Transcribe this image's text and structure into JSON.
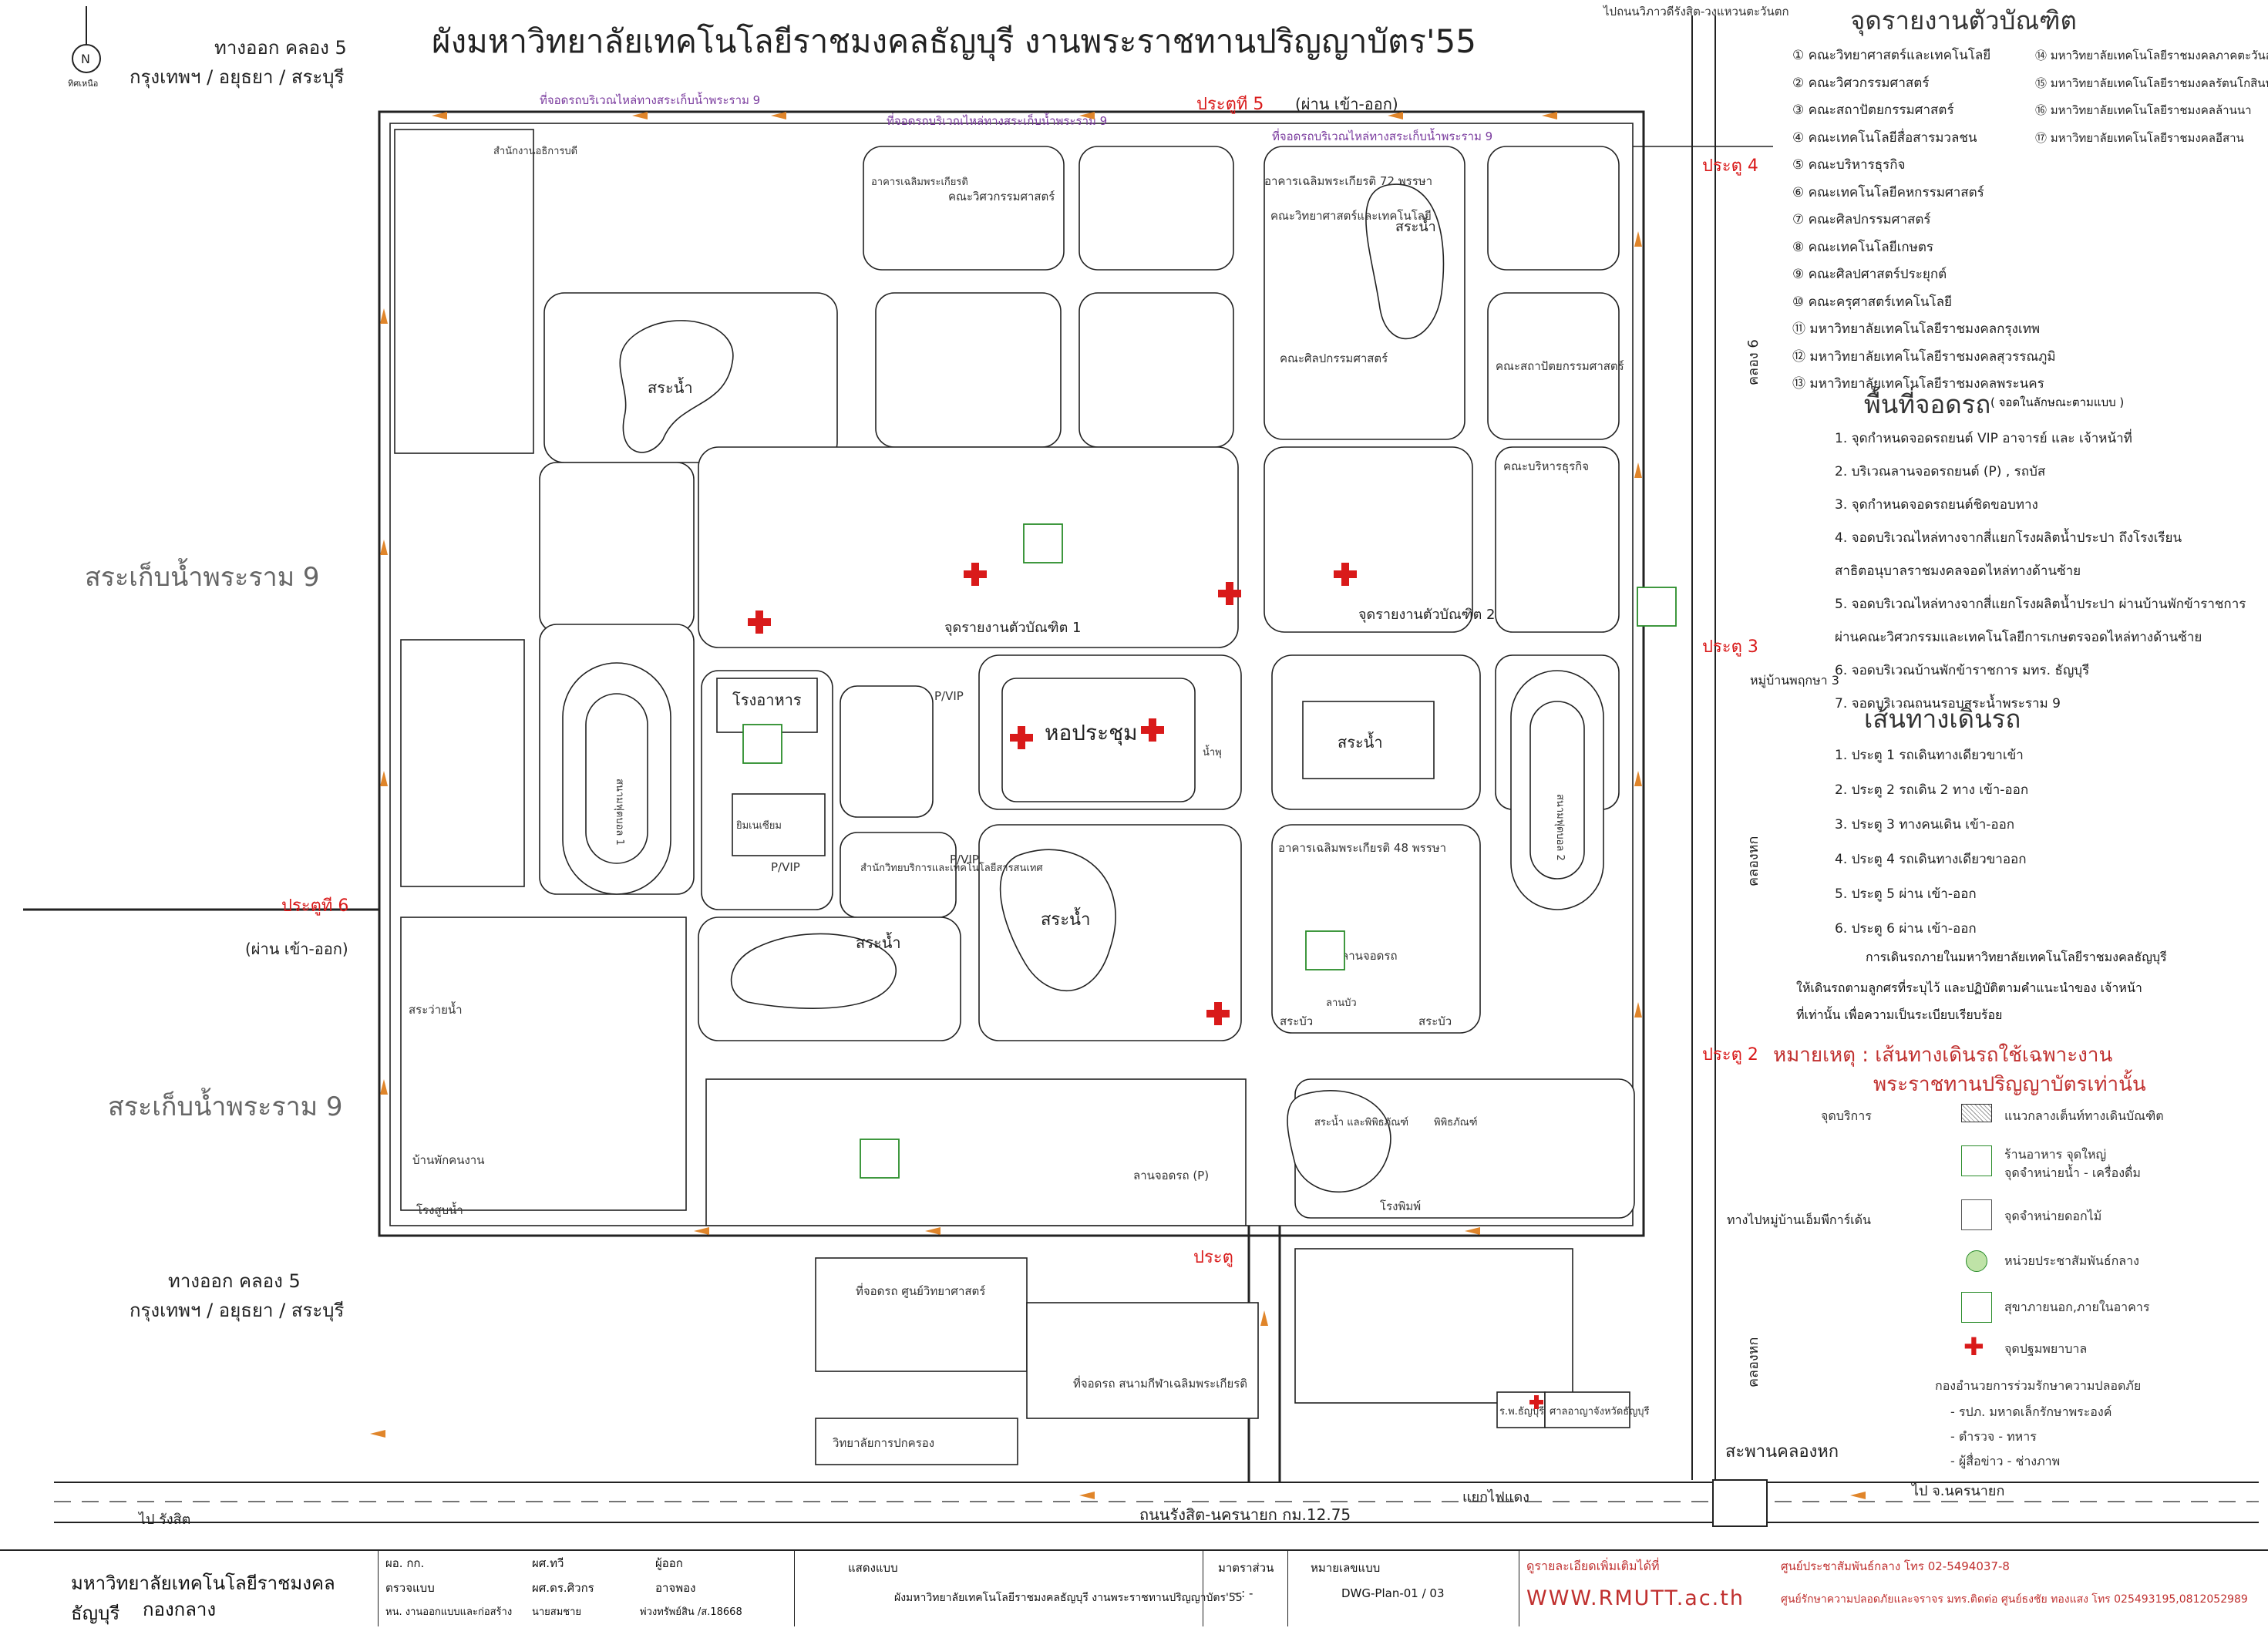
{
  "title": "ผังมหาวิทยาลัยเทคโนโลยีราชมงคลธัญบุรี งานพระราชทานปริญญาบัตร'55",
  "north": {
    "label": "ทิศเหนือ",
    "letter": "N"
  },
  "top_right_road": "ไปถนนวิภาวดีรังสิต-วงแหวนตะวันตก",
  "exits": {
    "top_left_1": "ทางออก คลอง 5",
    "top_left_2": "กรุงเทพฯ / อยุธยา / สระบุรี",
    "bottom_left_1": "ทางออก คลอง 5",
    "bottom_left_2": "กรุงเทพฯ / อยุธยา / สระบุรี"
  },
  "gates": {
    "g5": "ประตูที 5",
    "g5_note": "(ผ่าน เข้า-ออก)",
    "g4": "ประตู 4",
    "g3": "ประตู 3",
    "g2": "ประตู 2",
    "g6": "ประตูที 6",
    "g6_note": "(ผ่าน เข้า-ออก)",
    "g1": "ประตู"
  },
  "reservoirs": {
    "left_top": "สระเก็บน้ำพระราม 9",
    "left_bottom": "สระเก็บน้ำพระราม 9"
  },
  "roads": {
    "bottom_main": "ถนนรังสิต-นครนายก กม.12.75",
    "to_rangsit": "ไป รังสิต",
    "to_nakhonnayok": "ไป จ.นครนายก",
    "traffic_light": "แยกไฟแดง",
    "bridge": "สะพานคลองหก",
    "canal6": "คลอง 6",
    "canal_hok_1": "คลองหก",
    "canal_hok_2": "คลองหก",
    "moo_baan": "หมู่บ้านพฤกษา 3",
    "to_moobaan": "ทางไปหมู่บ้านเอ็มพีการ์เด้น",
    "perimeter_top_1": "ที่จอดรถบริเวณไหล่ทางสระเก็บน้ำพระราม 9",
    "perimeter_top_2": "ที่จอดรถบริเวณไหล่ทางสระเก็บน้ำพระราม 9",
    "perimeter_top_3": "ที่จอดรถบริเวณไหล่ทางสระเก็บน้ำพระราม 9"
  },
  "places": {
    "hall": "หอประชุม",
    "pond1": "สระน้ำ",
    "pond2": "สระน้ำ",
    "pond3": "สระน้ำ",
    "pond4": "สระน้ำ",
    "pond5": "สระน้ำ",
    "pond6": "สระน้ำ",
    "canteen": "โรงอาหาร",
    "stadium1": "สนามฟุตบอล 1",
    "stadium2": "สนามฟุตบอล 2",
    "gym": "ยิมเนเซียม",
    "reporting1": "จุดรายงานตัวบัณฑิต 1",
    "reporting2": "จุดรายงานตัวบัณฑิต 2",
    "parking_sci": "ที่จอดรถ ศูนย์วิทยาศาสตร์",
    "parking_park": "ที่จอดรถ สนามกีฬาเฉลิมพระเกียรติ",
    "college": "วิทยาลัยการปกครอง",
    "hospital": "ร.พ.ธัญบุรี",
    "courthouse": "ศาลอาญาจังหวัดธัญบุรี",
    "pvip1": "P/VIP",
    "pvip2": "P/VIP",
    "pvip3": "P/VIP",
    "parking_p": "ลานจอดรถ (P)",
    "parking_area": "ลานจอดรถ",
    "drainage": "โรงสูบน้ำ",
    "dorm": "บ้านพักคนงาน",
    "hexagon": "สระว่ายน้ำ",
    "arch_hall": "อาคารเฉลิมพระเกียรติ 48 พรรษา",
    "arch_72": "อาคารเฉลิมพระเกียรติ 72 พรรษา",
    "engineering": "คณะวิศวกรรมศาสตร์",
    "science": "คณะวิทยาศาสตร์และเทคโนโลยี",
    "fine_arts": "คณะศิลปกรรมศาสตร์",
    "architecture": "คณะสถาปัตยกรรมศาสตร์",
    "business": "คณะบริหารธุรกิจ",
    "hall_label": "อาคารเฉลิมพระเกียรติ",
    "outdoor": "ลานบัว",
    "pool1": "สระบัว",
    "pool2": "สระบัว",
    "lotus": "สระน้ำ และพิพิธภัณฑ์",
    "library": "สำนักวิทยบริการและเทคโนโลยีสารสนเทศ",
    "press": "โรงพิมพ์",
    "office": "สำนักงานอธิการบดี",
    "museum": "พิพิธภัณฑ์",
    "fountain": "น้ำพุ"
  },
  "legend": {
    "reporting_heading": "จุดรายงานตัวบัณฑิต",
    "faculties": [
      "① คณะวิทยาศาสตร์และเทคโนโลยี",
      "② คณะวิศวกรรมศาสตร์",
      "③ คณะสถาปัตยกรรมศาสตร์",
      "④ คณะเทคโนโลยีสื่อสารมวลชน",
      "⑤ คณะบริหารธุรกิจ",
      "⑥ คณะเทคโนโลยีคหกรรมศาสตร์",
      "⑦ คณะศิลปกรรมศาสตร์",
      "⑧ คณะเทคโนโลยีเกษตร",
      "⑨ คณะศิลปศาสตร์ประยุกต์",
      "⑩ คณะครุศาสตร์เทคโนโลยี",
      "⑪ มหาวิทยาลัยเทคโนโลยีราชมงคลกรุงเทพ",
      "⑫ มหาวิทยาลัยเทคโนโลยีราชมงคลสุวรรณภูมิ",
      "⑬ มหาวิทยาลัยเทคโนโลยีราชมงคลพระนคร"
    ],
    "faculties_right": [
      "⑭ มหาวิทยาลัยเทคโนโลยีราชมงคลภาคตะวันออก",
      "⑮ มหาวิทยาลัยเทคโนโลยีราชมงคลรัตนโกสินทร์",
      "⑯ มหาวิทยาลัยเทคโนโลยีราชมงคลล้านนา",
      "⑰ มหาวิทยาลัยเทคโนโลยีราชมงคลอีสาน"
    ],
    "parking_heading": "พื้นที่จอดรถ",
    "parking_note": "( จอดในลักษณะตามแบบ )",
    "parking_items": [
      "1. จุดกำหนดจอดรถยนต์ VIP อาจารย์ และ เจ้าหน้าที่",
      "2. บริเวณลานจอดรถยนต์ (P) , รถบัส",
      "3. จุดกำหนดจอดรถยนต์ชิดขอบทาง",
      "4. จอดบริเวณไหล่ทางจากสี่แยกโรงผลิตน้ำประปา ถึงโรงเรียน",
      "   สาธิตอนุบาลราชมงคลจอดไหล่ทางด้านซ้าย",
      "5. จอดบริเวณไหล่ทางจากสี่แยกโรงผลิตน้ำประปา ผ่านบ้านพักข้าราชการ",
      "   ผ่านคณะวิศวกรรมและเทคโนโลยีการเกษตรจอดไหล่ทางด้านซ้าย",
      "6. จอดบริเวณบ้านพักข้าราชการ มทร. ธัญบุรี",
      "7. จอดบริเวณถนนรอบสระน้ำพระราม 9"
    ],
    "routes_heading": "เส้นทางเดินรถ",
    "routes": [
      "1. ประตู 1 รถเดินทางเดียวขาเข้า",
      "2. ประตู 2 รถเดิน 2 ทาง เข้า-ออก",
      "3. ประตู 3 ทางคนเดิน เข้า-ออก",
      "4. ประตู 4 รถเดินทางเดียวขาออก",
      "5. ประตู 5 ผ่าน เข้า-ออก",
      "6. ประตู 6 ผ่าน เข้า-ออก"
    ],
    "routes_note_1": "การเดินรถภายในมหาวิทยาลัยเทคโนโลยีราชมงคลธัญบุรี",
    "routes_note_2": "ให้เดินรถตามลูกศรที่ระบุไว้ และปฏิบัติตามคำแนะนำของ เจ้าหน้า",
    "routes_note_3": "ที่เท่านั้น เพื่อความเป็นระเบียบเรียบร้อย",
    "remark_1": "หมายเหตุ : เส้นทางเดินรถใช้เฉพาะงาน",
    "remark_2": "พระราชทานปริญญาบัตรเท่านั้น",
    "service_heading": "จุดบริการ",
    "services": [
      "แนวกลางเต็นท์ทางเดินบัณฑิต",
      "ร้านอาหาร จุดใหญ่",
      "จุดจำหน่ายน้ำ - เครื่องดื่ม",
      "จุดจำหน่ายดอกไม้",
      "หน่วยประชาสัมพันธ์กลาง",
      "สุขาภายนอก,ภายในอาคาร",
      "จุดปฐมพยาบาล"
    ],
    "security_1": "กองอำนวยการร่วมรักษาความปลอดภัย",
    "security_2": "- รปภ. มหาดเล็กรักษาพระองค์",
    "security_3": "- ตำรวจ - ทหาร",
    "security_4": "- ผู้สื่อข่าว - ช่างภาพ"
  },
  "footer": {
    "org": "มหาวิทยาลัยเทคโนโลยีราชมงคลธัญบุรี",
    "org2": "กองกลาง",
    "r1a": "ผอ. กก.",
    "r1b": "ผศ.ทวี",
    "r1c": "ผู้ออก",
    "r2a": "ตรวจแบบ",
    "r2b": "ผศ.ดร.ศิวกร",
    "r2c": "อาจพอง",
    "r3a": "หน. งานออกแบบและก่อสร้าง",
    "r3b": "นายสมชาย",
    "r3c": "พ่วงทรัพย์สิน /ส.18668",
    "drawing_title_lbl": "แสดงแบบ",
    "drawing_title": "ผังมหาวิทยาลัยเทคโนโลยีราชมงคลธัญบุรี งานพระราชทานปริญญาบัตร'55",
    "scale_lbl": "มาตราส่วน",
    "scale": "- : -",
    "sheet_lbl": "หมายเลขแบบ",
    "sheet": "DWG-Plan-01 / 03",
    "contact_lbl": "ดูรายละเอียดเพิ่มเติมได้ที่",
    "url": "WWW.RMUTT.ac.th",
    "contact1": "ศูนย์ประชาสัมพันธ์กลาง โทร 02-5494037-8",
    "contact2": "ศูนย์รักษาความปลอดภัยและจราจร มทร.ติดต่อ ศูนย์ธงชัย ทองแสง โทร 025493195,0812052989"
  },
  "colors": {
    "accent_red": "#d91a1a",
    "arrow_orange": "#e0852a",
    "purple": "#7a3b9e",
    "green": "#2a8c2a"
  }
}
